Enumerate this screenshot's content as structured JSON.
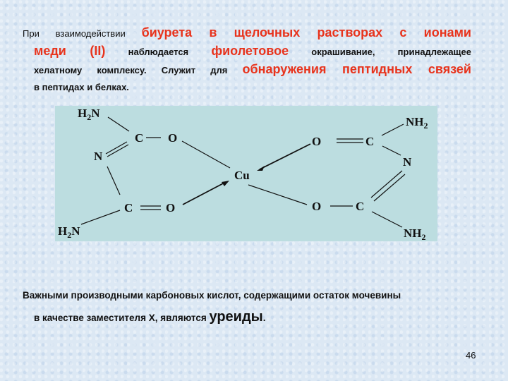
{
  "paragraph1": {
    "line1": [
      "При взаимодействии",
      "биурета в щелочных растворах с ионами"
    ],
    "line2": [
      "меди (II)",
      "наблюдается",
      "фиолетовое",
      "окрашивание, принадлежащее"
    ],
    "line3": [
      "хелатному комплексу. Служит для",
      "обнаружения пептидных связей"
    ],
    "line4": "в пептидах и белках."
  },
  "diagram": {
    "atoms": {
      "h2n_top": "H",
      "h2n_top_sub": "2",
      "h2n_top_n": "N",
      "c1": "C",
      "o1": "O",
      "n_left": "N",
      "c2": "C",
      "o2": "O",
      "h2n_bot": "H",
      "h2n_bot_sub": "2",
      "h2n_bot_n": "N",
      "cu": "Cu",
      "o3": "O",
      "c3": "C",
      "nh2_top": "NH",
      "nh2_top_sub": "2",
      "n_right": "N",
      "o4": "O",
      "c4": "C",
      "nh2_bot": "NH",
      "nh2_bot_sub": "2"
    }
  },
  "paragraph2": {
    "line1": "Важными производными карбоновых кислот, содержащими остаток мочевины",
    "line2": "в качестве заместителя X, являются",
    "highlight": "уреиды",
    "end": "."
  },
  "page_number": "46",
  "colors": {
    "accent": "#e8331c",
    "diagram_bg": "#bcdde0"
  }
}
